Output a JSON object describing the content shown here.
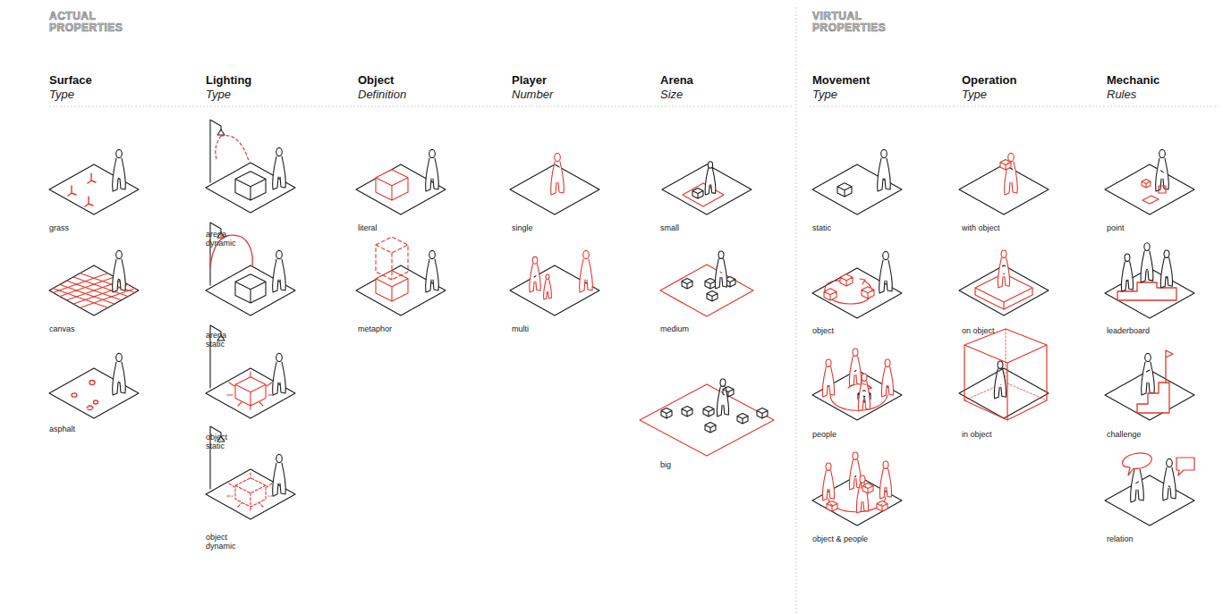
{
  "diagram": {
    "labels": [
      "ACTUAL PROPERTIES",
      "Surface",
      "Type",
      "Lighting",
      "Type",
      "Object",
      "Definition",
      "Player",
      "Number",
      "Arena",
      "Size",
      "VIRTUAL PROPERTIES",
      "Movement",
      "Type",
      "Operation",
      "Type",
      "Mechanic",
      "Rules",
      "grass",
      "arena dynamic",
      "literal",
      "single",
      "small",
      "static",
      "with object",
      "point",
      "canvas",
      "arena static",
      "metaphor",
      "multi",
      "medium",
      "object",
      "on object",
      "leaderboard",
      "asphalt",
      "object static",
      "big",
      "people",
      "in object",
      "challenge",
      "object dynamic",
      "object & people",
      "relation"
    ]
  }
}
